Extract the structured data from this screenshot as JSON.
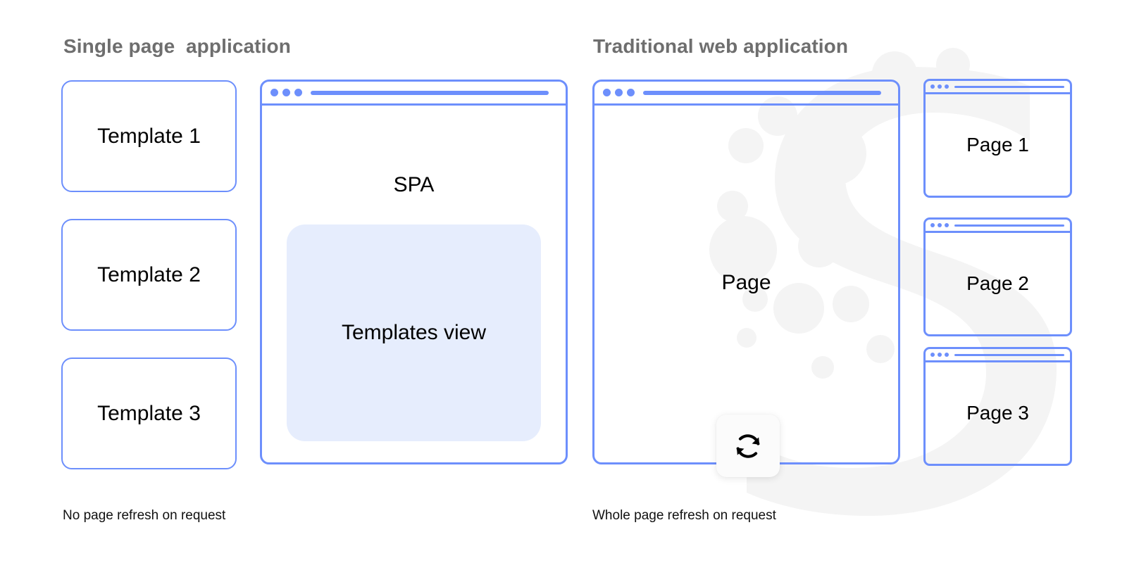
{
  "colors": {
    "accent_blue": "#6d8ffc",
    "panel_fill": "#e6edfd",
    "title_gray": "#6e6e6e",
    "text_black": "#000000",
    "background": "#ffffff",
    "decor_gray": "#f5f5f5"
  },
  "left": {
    "title": "Single page  application",
    "caption": "No page refresh on request",
    "templates": [
      {
        "label": "Template 1"
      },
      {
        "label": "Template 2"
      },
      {
        "label": "Template 3"
      }
    ],
    "browser": {
      "label": "SPA",
      "dots": [
        "dot-1",
        "dot-2",
        "dot-3"
      ],
      "urlbar": "url-bar",
      "view_panel": {
        "label": "Templates view"
      }
    }
  },
  "right": {
    "title": "Traditional web application",
    "caption": "Whole page refresh on request",
    "browser": {
      "label": "Page",
      "dots": [
        "dot-1",
        "dot-2",
        "dot-3"
      ],
      "urlbar": "url-bar"
    },
    "refresh_badge": {
      "icon": "refresh-icon"
    },
    "pages": [
      {
        "label": "Page 1"
      },
      {
        "label": "Page 2"
      },
      {
        "label": "Page 3"
      }
    ]
  }
}
